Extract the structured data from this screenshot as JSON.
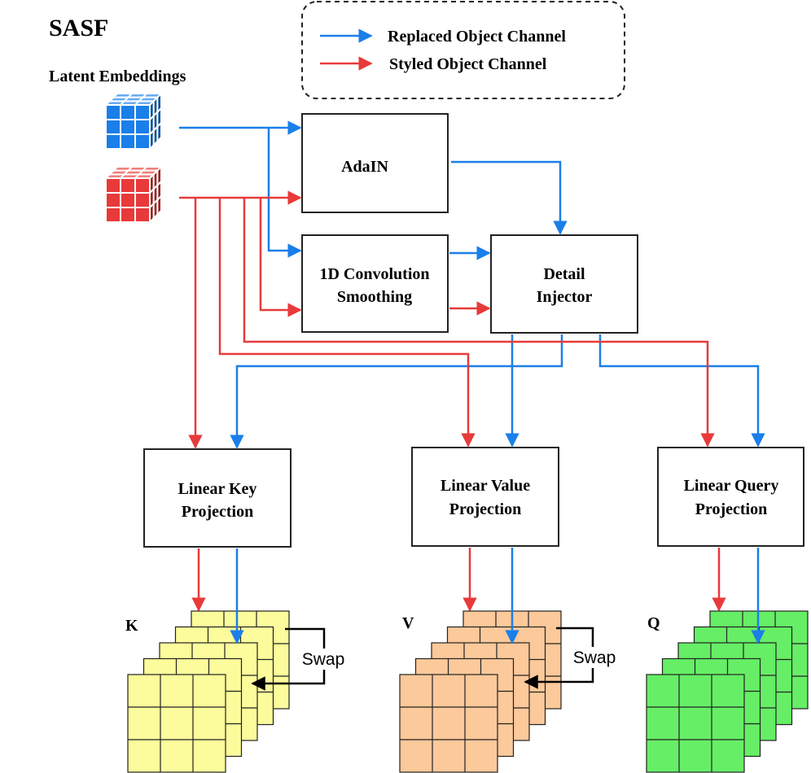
{
  "title": "SASF",
  "latent_label": "Latent Embeddings",
  "legend": {
    "replaced_label": "Replaced Object Channel",
    "styled_label": "Styled Object Channel"
  },
  "boxes": {
    "adain": "AdaIN",
    "conv_line1": "1D Convolution",
    "conv_line2": "Smoothing",
    "detail_line1": "Detail",
    "detail_line2": "Injector",
    "key_line1": "Linear Key",
    "key_line2": "Projection",
    "value_line1": "Linear Value",
    "value_line2": "Projection",
    "query_line1": "Linear Query",
    "query_line2": "Projection"
  },
  "matrices": {
    "k_label": "K",
    "v_label": "V",
    "q_label": "Q",
    "swap_label": "Swap"
  },
  "colors": {
    "replaced_channel": "#1a7fe8",
    "styled_channel": "#e83a3a",
    "key_matrix": "#fcfc9c",
    "value_matrix": "#fcc99a",
    "query_matrix": "#66ee66"
  }
}
